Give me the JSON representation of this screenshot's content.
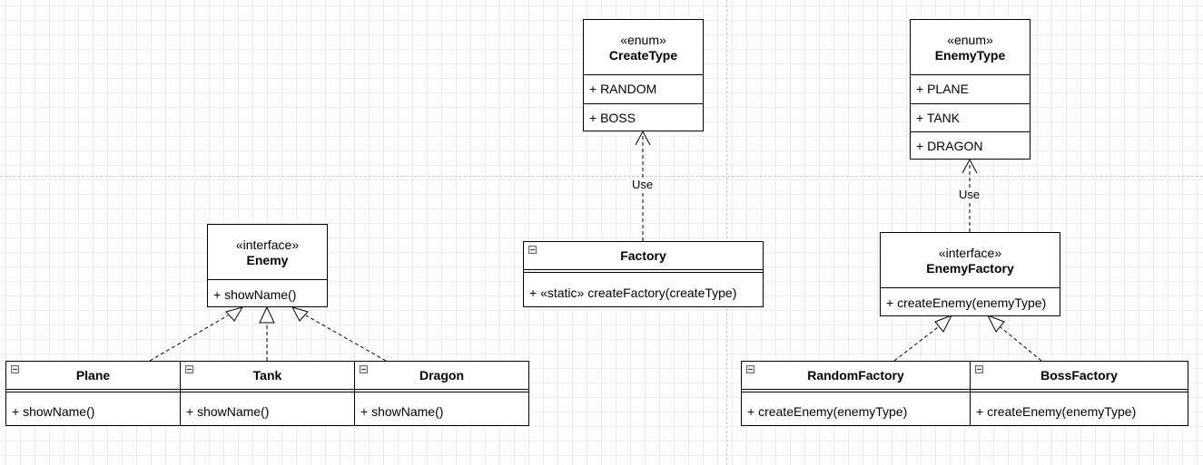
{
  "use_label": "Use",
  "create_type": {
    "stereotype": "«enum»",
    "name": "CreateType",
    "values": [
      "+ RANDOM",
      "+ BOSS"
    ]
  },
  "enemy_type": {
    "stereotype": "«enum»",
    "name": "EnemyType",
    "values": [
      "+ PLANE",
      "+ TANK",
      "+ DRAGON"
    ]
  },
  "enemy": {
    "stereotype": "«interface»",
    "name": "Enemy",
    "operation": "+ showName()"
  },
  "factory": {
    "name": "Factory",
    "operation": "+ «static» createFactory(createType)"
  },
  "enemy_factory": {
    "stereotype": "«interface»",
    "name": "EnemyFactory",
    "operation": "+ createEnemy(enemyType)"
  },
  "plane": {
    "name": "Plane",
    "operation": "+ showName()"
  },
  "tank": {
    "name": "Tank",
    "operation": "+ showName()"
  },
  "dragon": {
    "name": "Dragon",
    "operation": "+ showName()"
  },
  "random_factory": {
    "name": "RandomFactory",
    "operation": "+ createEnemy(enemyType)"
  },
  "boss_factory": {
    "name": "BossFactory",
    "operation": "+ createEnemy(enemyType)"
  }
}
